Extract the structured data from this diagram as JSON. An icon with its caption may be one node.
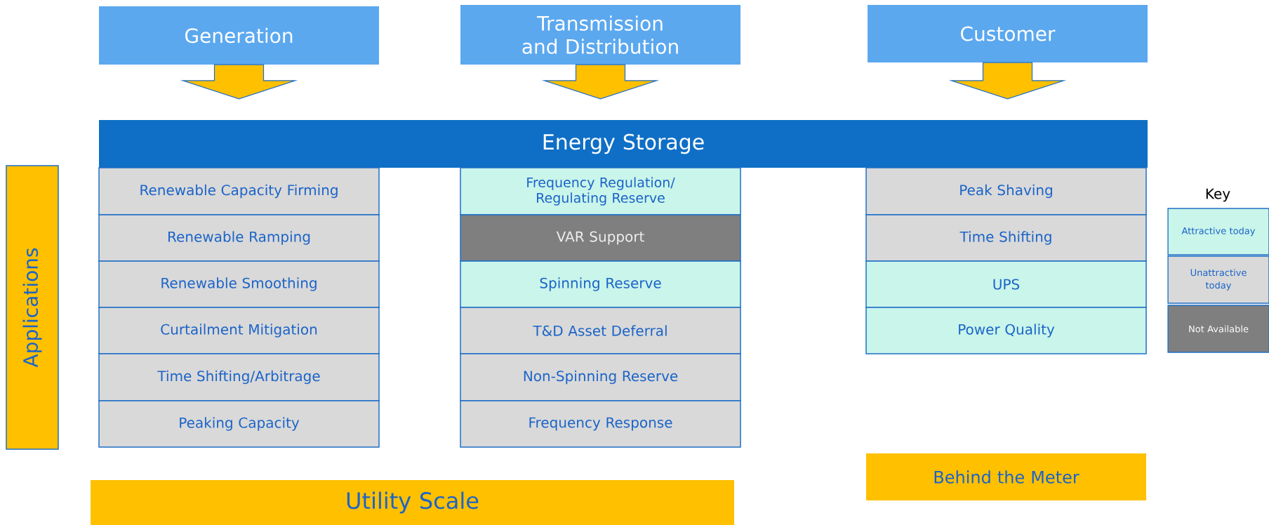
{
  "diagram": {
    "nodes": [
      {
        "text": [
          "Generation"
        ]
      },
      {
        "text": [
          "Transmission and Distribution"
        ]
      },
      {
        "text": [
          "Customer"
        ]
      },
      {
        "text": [
          "Energy Storage"
        ]
      },
      {
        "text": [
          "Applications"
        ]
      },
      {
        "text": [
          "Renewable Capacity Firming"
        ]
      },
      {
        "text": [
          "Renewable Ramping"
        ]
      },
      {
        "text": [
          "Renewable Smoothing"
        ]
      },
      {
        "text": [
          "Curtailment Mitigation"
        ]
      },
      {
        "text": [
          "Time Shifting/Arbitrage"
        ]
      },
      {
        "text": [
          "Peaking Capacity"
        ]
      },
      {
        "text": [
          "Frequency Regulation/ Regulating Reserve"
        ]
      },
      {
        "text": [
          "VAR Support"
        ]
      },
      {
        "text": [
          "Spinning Reserve"
        ]
      },
      {
        "text": [
          "T&D Asset Deferral"
        ]
      },
      {
        "text": [
          "Non-Spinning Reserve"
        ]
      },
      {
        "text": [
          "Frequency Response"
        ]
      },
      {
        "text": [
          "Peak Shaving"
        ]
      },
      {
        "text": [
          "Time Shifting"
        ]
      },
      {
        "text": [
          "UPS"
        ]
      },
      {
        "text": [
          "Power Quality"
        ]
      },
      {
        "text": [
          "Utility Scale"
        ]
      },
      {
        "text": [
          "Behind the Meter"
        ]
      }
    ],
    "edges": [
      {
        "from": 0,
        "to": 3,
        "arrow": "to"
      },
      {
        "from": 1,
        "to": 3,
        "arrow": "to"
      },
      {
        "from": 2,
        "to": 3,
        "arrow": "to"
      }
    ],
    "labels": [
      "Key"
    ],
    "legend": [
      {
        "text": "Attractive today",
        "color": "#c9f5ea"
      },
      {
        "text": "Unattractive today",
        "color": "#d9d9d9"
      },
      {
        "text": "Not Available",
        "color": "#7f7f7f"
      }
    ]
  }
}
